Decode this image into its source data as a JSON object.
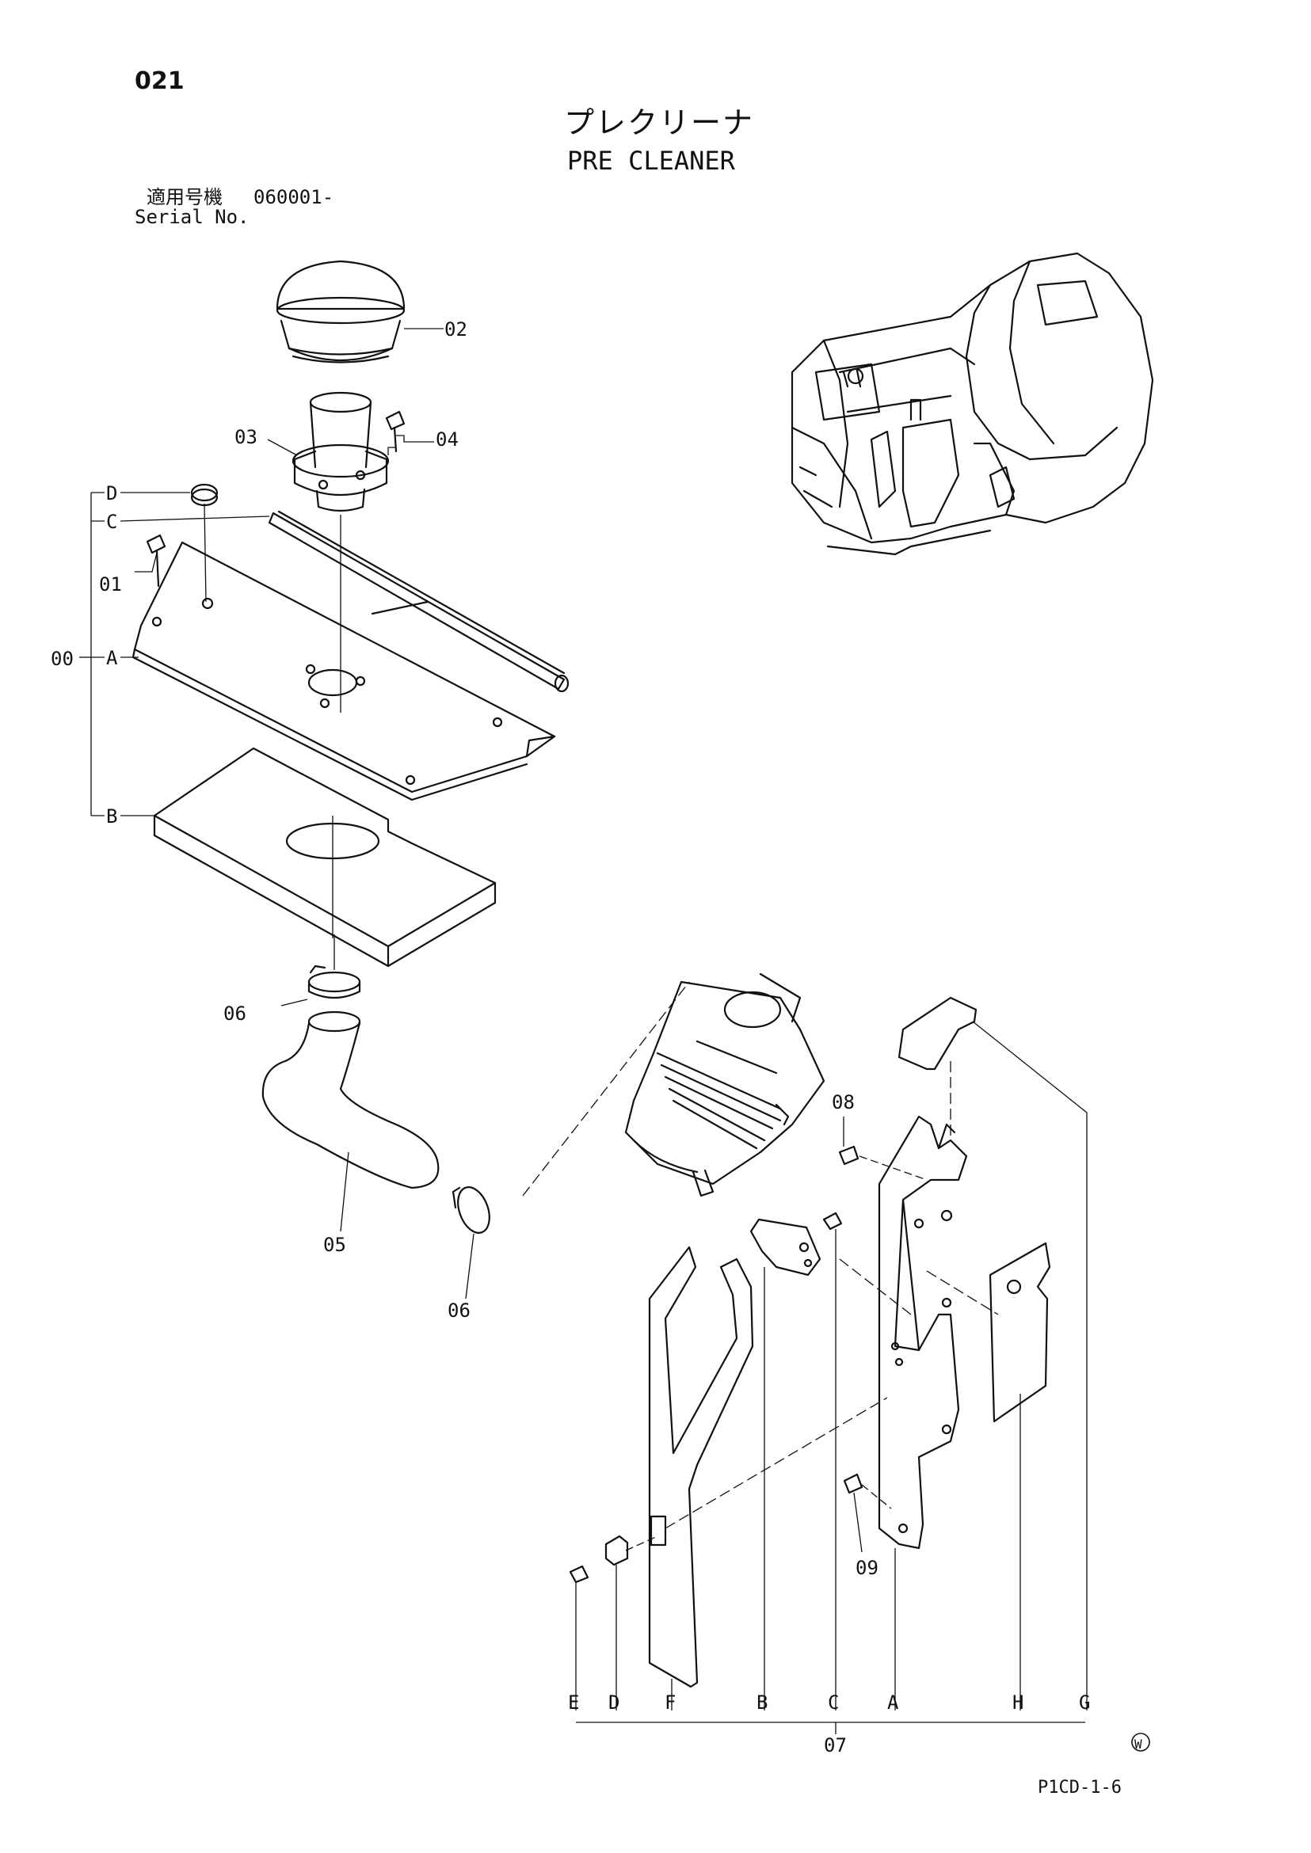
{
  "page": {
    "number": "021",
    "title_jp": "プレクリーナ",
    "title_en": "PRE CLEANER",
    "serial_label_jp": "適用号機",
    "serial_value": "060001-",
    "serial_label_en": "Serial No.",
    "page_code": "P1CD-1-6",
    "stamp": "W"
  },
  "callouts": {
    "c01": "01",
    "c02": "02",
    "c03": "03",
    "c04": "04",
    "c05": "05",
    "c06a": "06",
    "c06b": "06",
    "c08": "08",
    "c09": "09",
    "c00": "00",
    "c07": "07"
  },
  "group00": {
    "A": "A",
    "B": "B",
    "C": "C",
    "D": "D"
  },
  "group07": {
    "E": "E",
    "D": "D",
    "F": "F",
    "B": "B",
    "C": "C",
    "A": "A",
    "H": "H",
    "G": "G"
  }
}
